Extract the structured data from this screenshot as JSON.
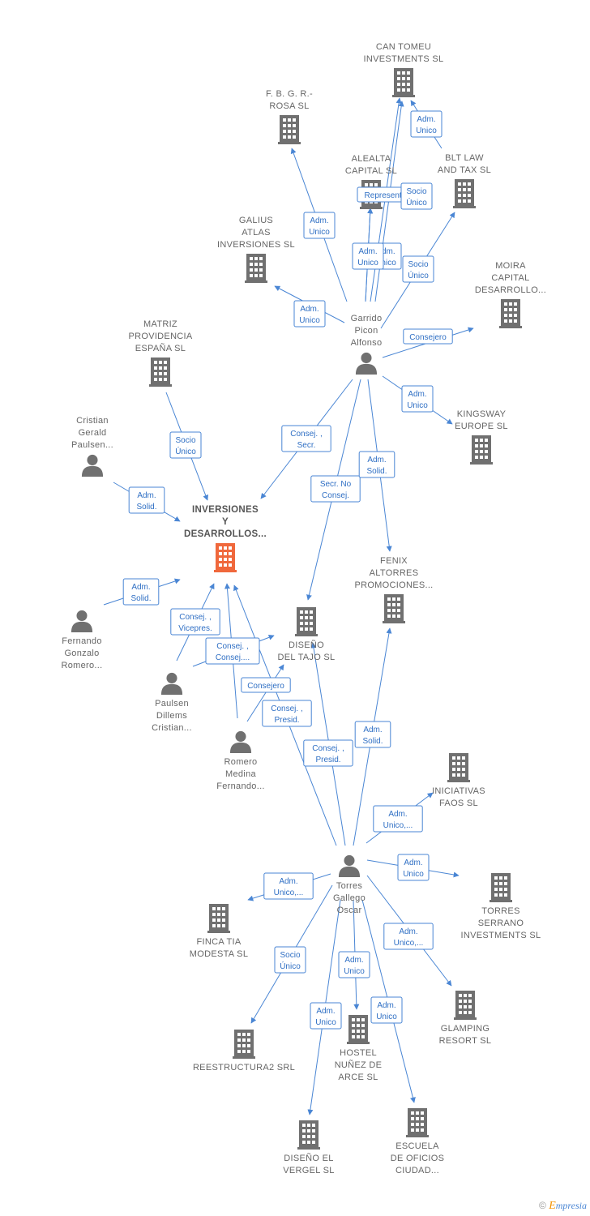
{
  "colors": {
    "edge": "#4a86d4",
    "node": "#707070",
    "focus": "#f0683c"
  },
  "nodes": [
    {
      "id": "inversiones",
      "type": "company",
      "focus": true,
      "label": [
        "INVERSIONES",
        "Y",
        "DESARROLLOS..."
      ]
    },
    {
      "id": "can_tomeu",
      "type": "company",
      "label": [
        "CAN TOMEU",
        "INVESTMENTS SL"
      ]
    },
    {
      "id": "fbgr",
      "type": "company",
      "label": [
        "F.  B. G. R.-",
        "ROSA SL"
      ]
    },
    {
      "id": "alealta",
      "type": "company",
      "label": [
        "ALEALTA",
        "CAPITAL  SL"
      ]
    },
    {
      "id": "blt",
      "type": "company",
      "label": [
        "BLT LAW",
        "AND TAX  SL"
      ]
    },
    {
      "id": "galius",
      "type": "company",
      "label": [
        "GALIUS",
        "ATLAS",
        "INVERSIONES SL"
      ]
    },
    {
      "id": "moira",
      "type": "company",
      "label": [
        "MOIRA",
        "CAPITAL",
        "DESARROLLO..."
      ]
    },
    {
      "id": "garrido",
      "type": "person",
      "label": [
        "Garrido",
        "Picon",
        "Alfonso"
      ]
    },
    {
      "id": "matriz",
      "type": "company",
      "label": [
        "MATRIZ",
        "PROVIDENCIA",
        "ESPAÑA  SL"
      ]
    },
    {
      "id": "cristian",
      "type": "person",
      "label": [
        "Cristian",
        "Gerald",
        "Paulsen..."
      ]
    },
    {
      "id": "kingsway",
      "type": "company",
      "label": [
        "KINGSWAY",
        "EUROPE  SL"
      ]
    },
    {
      "id": "fenix",
      "type": "company",
      "label": [
        "FENIX",
        "ALTORRES",
        "PROMOCIONES..."
      ]
    },
    {
      "id": "fernando",
      "type": "person",
      "label": [
        "Fernando",
        "Gonzalo",
        "Romero..."
      ]
    },
    {
      "id": "diseno_tajo",
      "type": "company",
      "label": [
        "DISEÑO",
        "DEL TAJO  SL"
      ]
    },
    {
      "id": "paulsen",
      "type": "person",
      "label": [
        "Paulsen",
        "Dillems",
        "Cristian..."
      ]
    },
    {
      "id": "romero",
      "type": "person",
      "label": [
        "Romero",
        "Medina",
        "Fernando..."
      ]
    },
    {
      "id": "iniciativas",
      "type": "company",
      "label": [
        "INICIATIVAS",
        "FAOS  SL"
      ]
    },
    {
      "id": "torres",
      "type": "person",
      "label": [
        "Torres",
        "Gallego",
        "Oscar"
      ]
    },
    {
      "id": "finca",
      "type": "company",
      "label": [
        "FINCA TIA",
        "MODESTA  SL"
      ]
    },
    {
      "id": "torres_serrano",
      "type": "company",
      "label": [
        "TORRES",
        "SERRANO",
        "INVESTMENTS SL"
      ]
    },
    {
      "id": "glamping",
      "type": "company",
      "label": [
        "GLAMPING",
        "RESORT  SL"
      ]
    },
    {
      "id": "reestructura",
      "type": "company",
      "label": [
        "REESTRUCTURA2 SRL"
      ]
    },
    {
      "id": "hostel",
      "type": "company",
      "label": [
        "HOSTEL",
        "NUÑEZ DE",
        "ARCE  SL"
      ]
    },
    {
      "id": "diseno_vergel",
      "type": "company",
      "label": [
        "DISEÑO EL",
        "VERGEL  SL"
      ]
    },
    {
      "id": "escuela",
      "type": "company",
      "label": [
        "ESCUELA",
        "DE OFICIOS",
        "CIUDAD..."
      ]
    }
  ],
  "edges": [
    {
      "from": "garrido",
      "to": "can_tomeu",
      "label": [
        "Adm.",
        "Unico"
      ]
    },
    {
      "from": "garrido",
      "to": "fbgr",
      "label": [
        "Adm.",
        "Unico"
      ]
    },
    {
      "from": "garrido",
      "to": "alealta",
      "label": [
        "Represent."
      ]
    },
    {
      "from": "garrido",
      "to": "alealta",
      "label": [
        "Adm.",
        "Unico"
      ]
    },
    {
      "from": "garrido",
      "to": "can_tomeu",
      "label": [
        "Socio",
        "Único"
      ]
    },
    {
      "from": "blt",
      "to": "can_tomeu",
      "label": [
        "Adm.",
        "Unico"
      ]
    },
    {
      "from": "garrido",
      "to": "blt",
      "label": [
        "Socio",
        "Único"
      ]
    },
    {
      "from": "garrido",
      "to": "galius",
      "label": [
        "Adm.",
        "Unico"
      ]
    },
    {
      "from": "garrido",
      "to": "moira",
      "label": [
        "Consejero"
      ]
    },
    {
      "from": "garrido",
      "to": "kingsway",
      "label": [
        "Adm.",
        "Unico"
      ]
    },
    {
      "from": "garrido",
      "to": "inversiones",
      "label": [
        "Consej. ,",
        "Secr."
      ]
    },
    {
      "from": "garrido",
      "to": "diseno_tajo",
      "label": [
        "Secr.  No",
        "Consej."
      ]
    },
    {
      "from": "garrido",
      "to": "fenix",
      "label": [
        "Adm.",
        "Solid."
      ]
    },
    {
      "from": "matriz",
      "to": "inversiones",
      "label": [
        "Socio",
        "Único"
      ]
    },
    {
      "from": "cristian",
      "to": "inversiones",
      "label": [
        "Adm.",
        "Solid."
      ]
    },
    {
      "from": "fernando",
      "to": "inversiones",
      "label": [
        "Adm.",
        "Solid."
      ]
    },
    {
      "from": "paulsen",
      "to": "inversiones",
      "label": [
        "Consej. ,",
        "Vicepres."
      ]
    },
    {
      "from": "paulsen",
      "to": "diseno_tajo",
      "label": [
        "Consej. ,",
        "Consej...."
      ]
    },
    {
      "from": "romero",
      "to": "inversiones",
      "label": [
        "Consejero"
      ]
    },
    {
      "from": "romero",
      "to": "diseno_tajo",
      "label": [
        "Consej. ,",
        "Presid."
      ]
    },
    {
      "from": "torres",
      "to": "inversiones",
      "label": [
        "Consej. ,",
        "Presid."
      ]
    },
    {
      "from": "torres",
      "to": "fenix",
      "label": [
        "Adm.",
        "Solid."
      ]
    },
    {
      "from": "torres",
      "to": "iniciativas",
      "label": [
        "Adm.",
        "Unico,..."
      ]
    },
    {
      "from": "torres",
      "to": "finca",
      "label": [
        "Adm.",
        "Unico,..."
      ]
    },
    {
      "from": "torres",
      "to": "torres_serrano",
      "label": [
        "Adm.",
        "Unico"
      ]
    },
    {
      "from": "torres",
      "to": "glamping",
      "label": [
        "Adm.",
        "Unico,..."
      ]
    },
    {
      "from": "torres",
      "to": "reestructura",
      "label": [
        "Socio",
        "Único"
      ]
    },
    {
      "from": "torres",
      "to": "hostel",
      "label": [
        "Adm.",
        "Unico"
      ]
    },
    {
      "from": "torres",
      "to": "diseno_vergel",
      "label": [
        "Adm.",
        "Unico"
      ]
    },
    {
      "from": "torres",
      "to": "escuela",
      "label": [
        "Adm.",
        "Unico"
      ]
    },
    {
      "from": "torres",
      "to": "diseno_tajo",
      "label": []
    }
  ],
  "footer": {
    "copyright": "©",
    "brand_initial": "E",
    "brand_rest": "mpresia"
  }
}
